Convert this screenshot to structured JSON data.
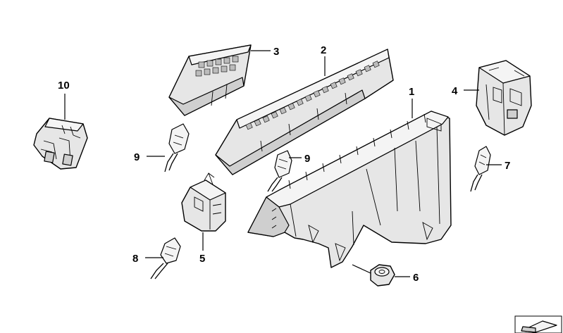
{
  "diagram": {
    "callouts": {
      "c1": "1",
      "c2": "2",
      "c3": "3",
      "c4": "4",
      "c5": "5",
      "c6": "6",
      "c7": "7",
      "c8": "8",
      "c9a": "9",
      "c9b": "9",
      "c10": "10"
    }
  }
}
